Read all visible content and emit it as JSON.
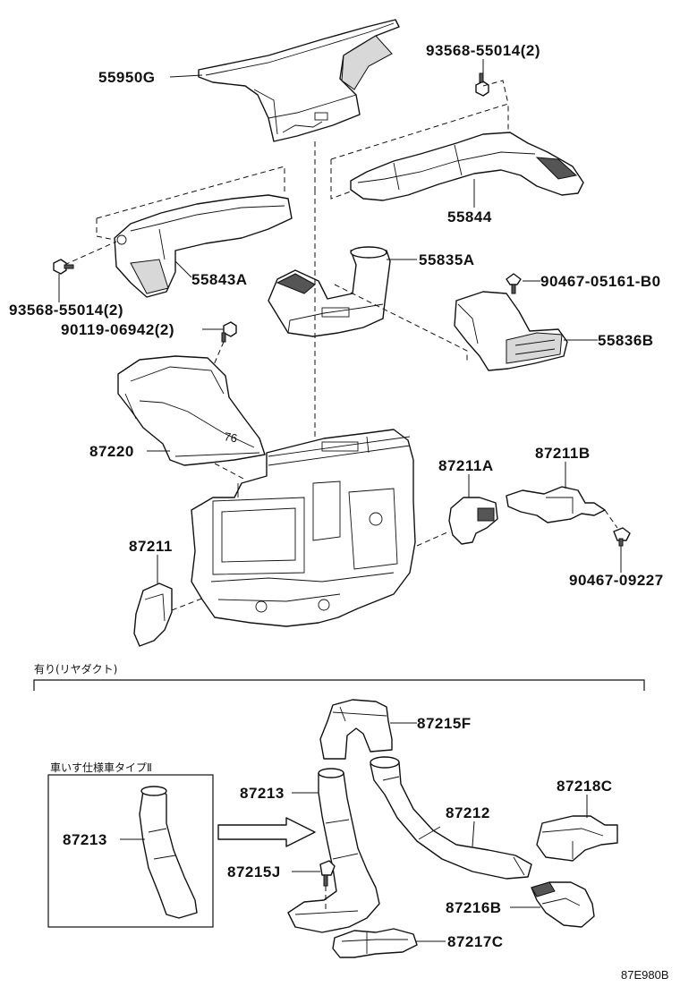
{
  "part_labels": {
    "p55950G": "55950G",
    "p93568_top": "93568-55014(2)",
    "p55844": "55844",
    "p55843A": "55843A",
    "p55835A": "55835A",
    "p90467_05161": "90467-05161-B0",
    "p93568_left": "93568-55014(2)",
    "p90119": "90119-06942(2)",
    "p55836B": "55836B",
    "p87220": "87220",
    "p87211A": "87211A",
    "p87211B": "87211B",
    "p87211": "87211",
    "p90467_09227": "90467-09227",
    "p87215F": "87215F",
    "p87213_main": "87213",
    "p87212": "87212",
    "p87218C": "87218C",
    "p87213_box": "87213",
    "p87215J": "87215J",
    "p87216B": "87216B",
    "p87217C": "87217C"
  },
  "section_labels": {
    "rear_duct": "有り(リヤダクト)",
    "wheelchair": "車いす仕様車タイプⅡ"
  },
  "figure_code": "87E980B"
}
